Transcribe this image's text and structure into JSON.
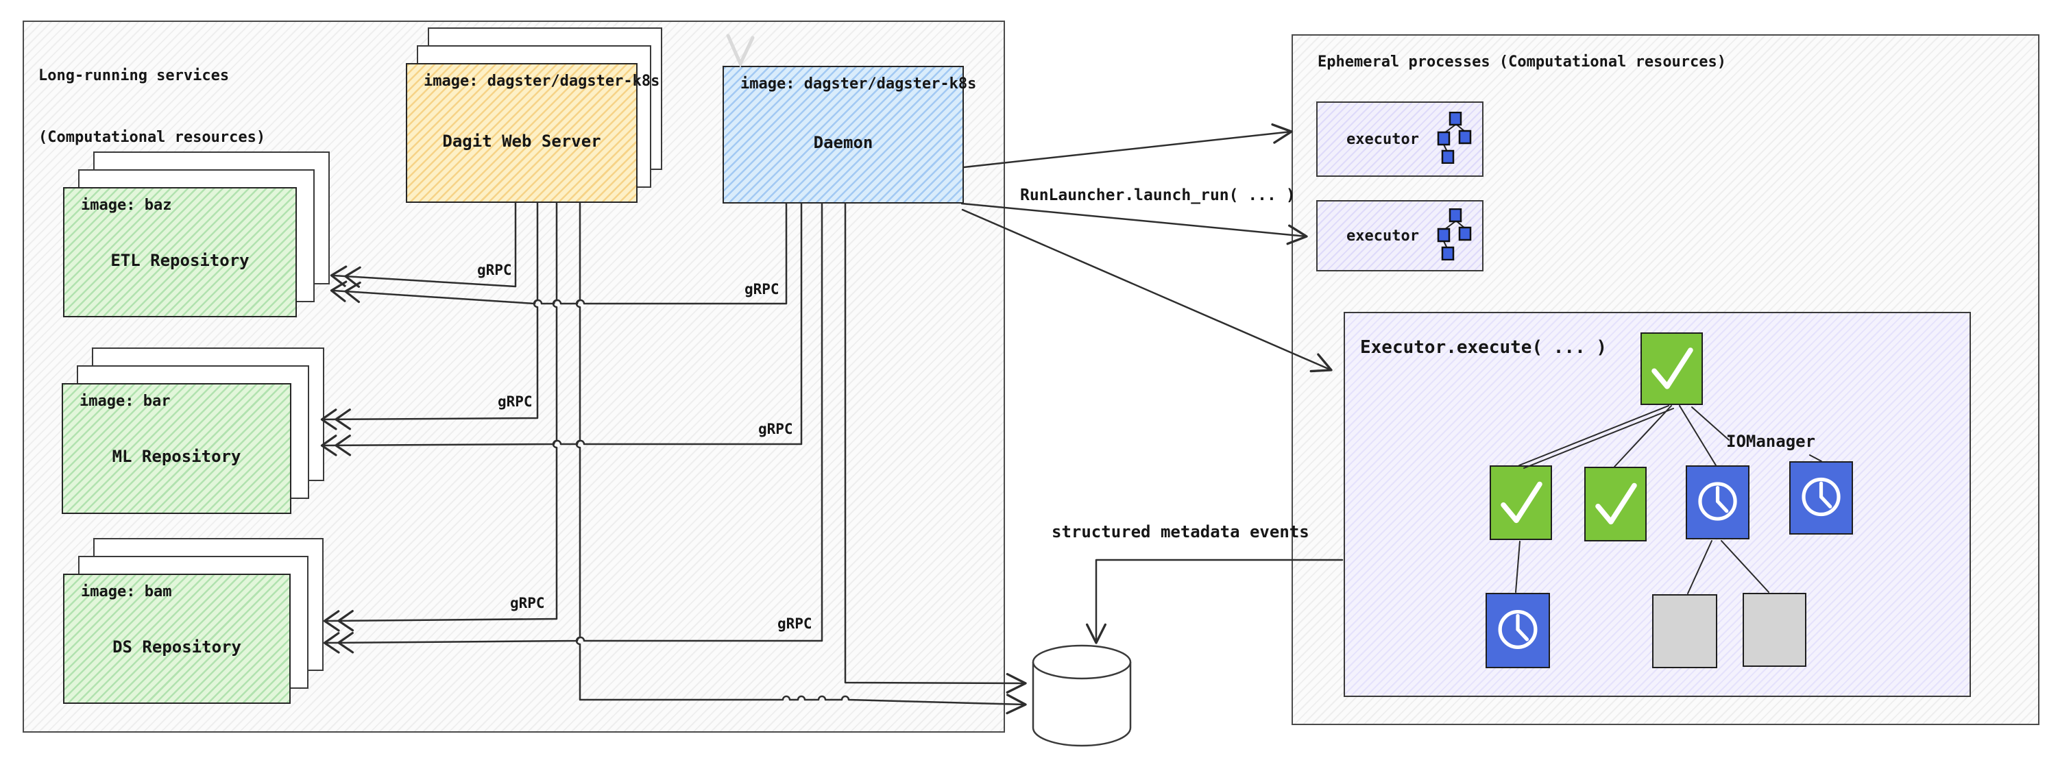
{
  "left_panel": {
    "title_line1": "Long-running services",
    "title_line2": "(Computational resources)",
    "dagit": {
      "image_label": "image: dagster/dagster-k8s",
      "name": "Dagit Web Server"
    },
    "daemon": {
      "image_label": "image: dagster/dagster-k8s",
      "name": "Daemon"
    },
    "repositories": [
      {
        "image_label": "image: baz",
        "name": "ETL Repository"
      },
      {
        "image_label": "image: bar",
        "name": "ML Repository"
      },
      {
        "image_label": "image: bam",
        "name": "DS Repository"
      }
    ],
    "grpc_label": "gRPC"
  },
  "right_panel": {
    "title": "Ephemeral processes (Computational resources)",
    "executors": [
      {
        "label": "executor"
      },
      {
        "label": "executor"
      }
    ],
    "execute_box": {
      "title": "Executor.execute( ... )",
      "iomanager_label": "IOManager",
      "step_icons": [
        "check-icon",
        "check-icon",
        "check-icon",
        "clock-icon",
        "clock-icon",
        "clock-icon",
        "blank-step",
        "blank-step"
      ]
    }
  },
  "labels": {
    "run_launcher": "RunLauncher.launch_run( ... )",
    "metadata_events": "structured metadata events"
  },
  "database": {
    "label": "Database"
  },
  "icons": {
    "check_icon": "✓",
    "clock_icon": "🕓",
    "dag_icon": "op-graph"
  },
  "colors": {
    "dagit_fill": "#fdf0c6",
    "daemon_fill": "#d9ecfb",
    "repository_fill": "#e2f6da",
    "executor_fill": "#f2f0fc",
    "success_green": "#7cc53a",
    "pending_blue": "#4a6cdd",
    "unstarted_gray": "#d4d4d4",
    "op_icon_blue": "#3f63e0",
    "line_ink": "#2e2e2e"
  }
}
